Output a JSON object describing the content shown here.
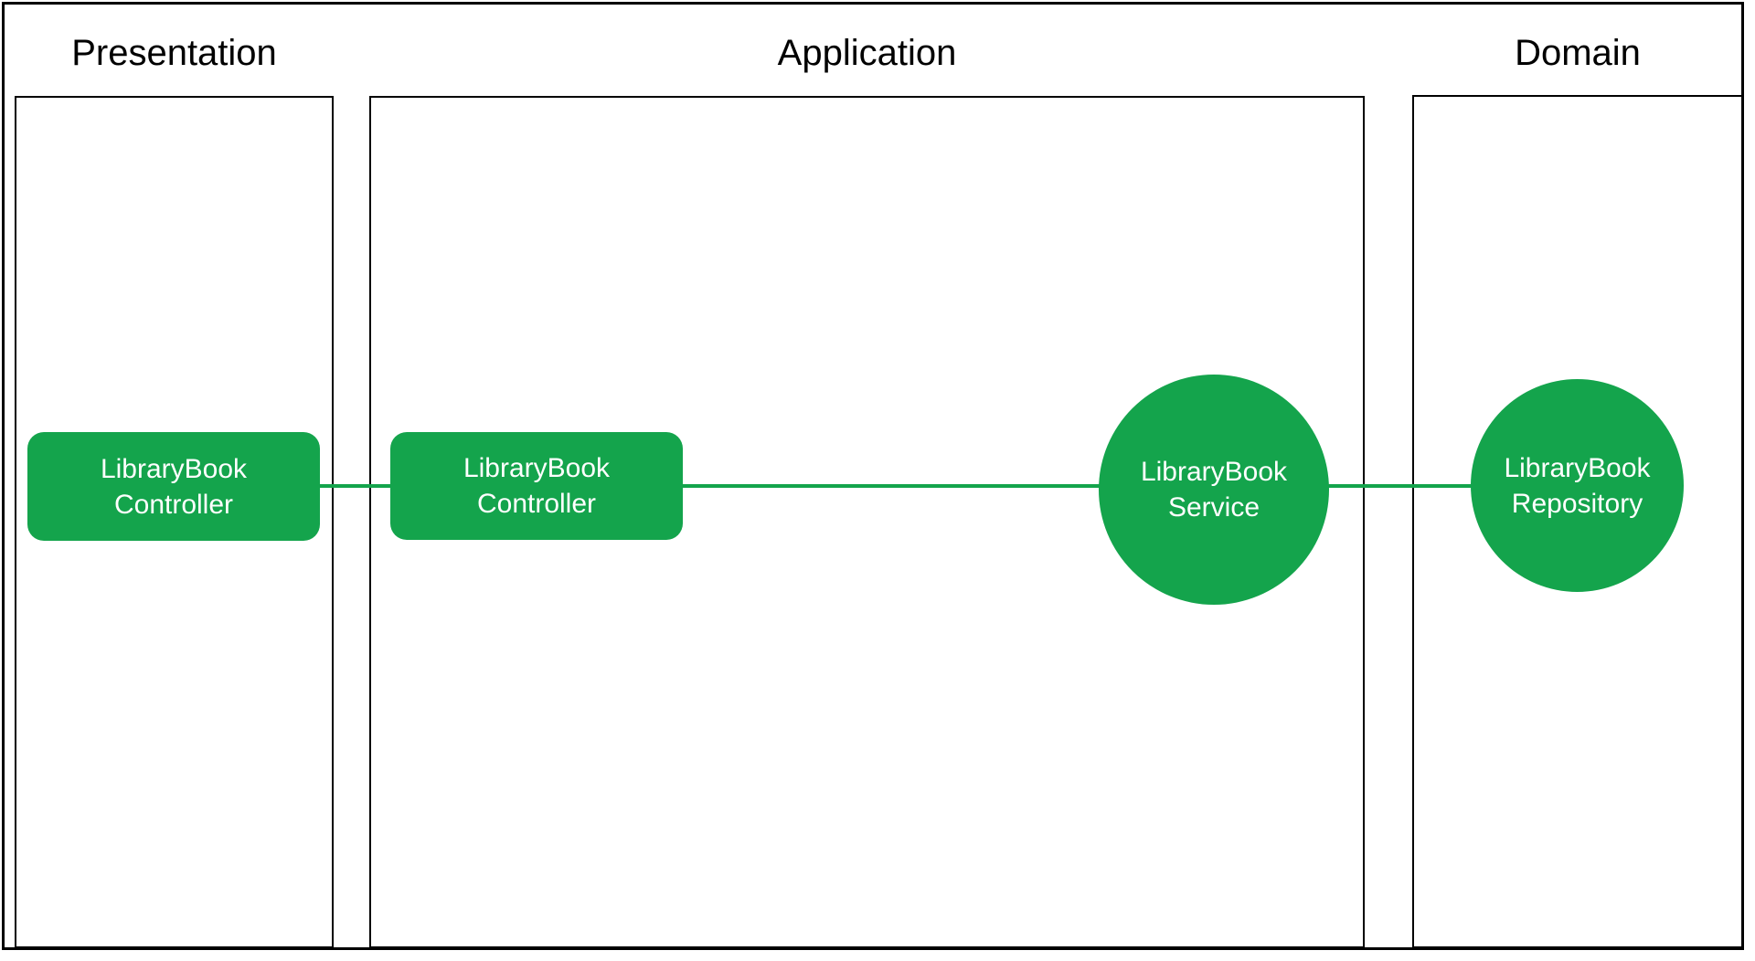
{
  "theme": {
    "accent_green": "#14A44C",
    "lane_border_color": "#000000",
    "node_text_color": "#FFFFFF",
    "background": "#FFFFFF"
  },
  "lanes": [
    {
      "label": "Presentation"
    },
    {
      "label": "Application"
    },
    {
      "label": "Domain"
    }
  ],
  "nodes": {
    "presentation_controller": {
      "shape": "rounded-rectangle",
      "line1": "LibraryBook",
      "line2": "Controller"
    },
    "application_controller": {
      "shape": "rounded-rectangle",
      "line1": "LibraryBook",
      "line2": "Controller"
    },
    "service": {
      "shape": "circle",
      "line1": "LibraryBook",
      "line2": "Service"
    },
    "repository": {
      "shape": "circle",
      "line1": "LibraryBook",
      "line2": "Repository"
    }
  }
}
